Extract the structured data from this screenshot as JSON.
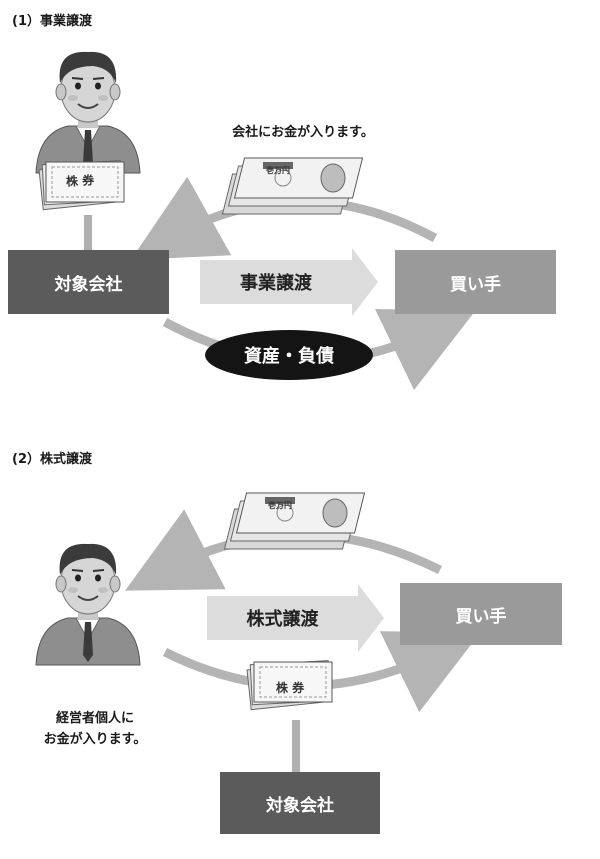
{
  "section1": {
    "heading": "(1）事業譲渡",
    "money_caption": "会社にお金が入ります。",
    "target_company": "対象会社",
    "transfer_label": "事業譲渡",
    "buyer": "買い手",
    "assets_label": "資産・負債",
    "certificate_label": "株 券",
    "banknote_label": "壱万円"
  },
  "section2": {
    "heading": "(2）株式譲渡",
    "transfer_label": "株式譲渡",
    "buyer": "買い手",
    "certificate_label": "株 券",
    "owner_caption_line1": "経営者個人に",
    "owner_caption_line2": "お金が入ります。",
    "target_company": "対象会社",
    "banknote_label": "壱万円"
  }
}
